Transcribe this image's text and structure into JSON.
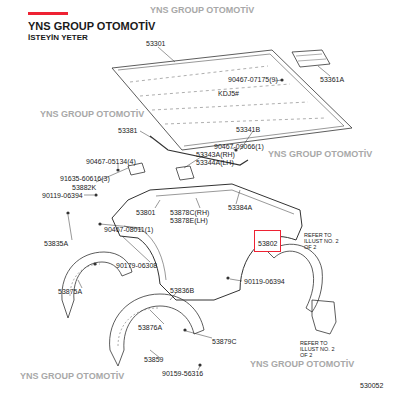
{
  "diagram": {
    "title": "YNS GROUP OTOMOTİV",
    "nodes": [
      {
        "text": [
          "53802"
        ]
      }
    ],
    "labels": [
      "İSTEYİN YETER",
      "53301",
      "53361A",
      "90467-07175(9)",
      "KDJ5#",
      "53381",
      "53341B",
      "90467-09066(1)",
      "90467-05134(4)",
      "53343A(RH)",
      "53344A(LH)",
      "91635-60616(3)",
      "53882K",
      "90119-06394",
      "53801",
      "53878C(RH)",
      "53878E(LH)",
      "53384A",
      "90467-08011(1)",
      "53835A",
      "REFER TO ILLUST NO. 2 OF 2",
      "90179-06308",
      "90119-06394",
      "53875A",
      "53876A",
      "53836B",
      "53879C",
      "REFER TO ILLUST NO. 2 OF 2",
      "53859",
      "90159-56316",
      "530052",
      "YNS GROUP OTOMOTİV",
      "YNS GROUP OTOMOTİV",
      "YNS GROUP OTOMOTİV",
      "YNS GROUP OTOMOTİV",
      "YNS GROUP OTOMOTİV"
    ]
  }
}
